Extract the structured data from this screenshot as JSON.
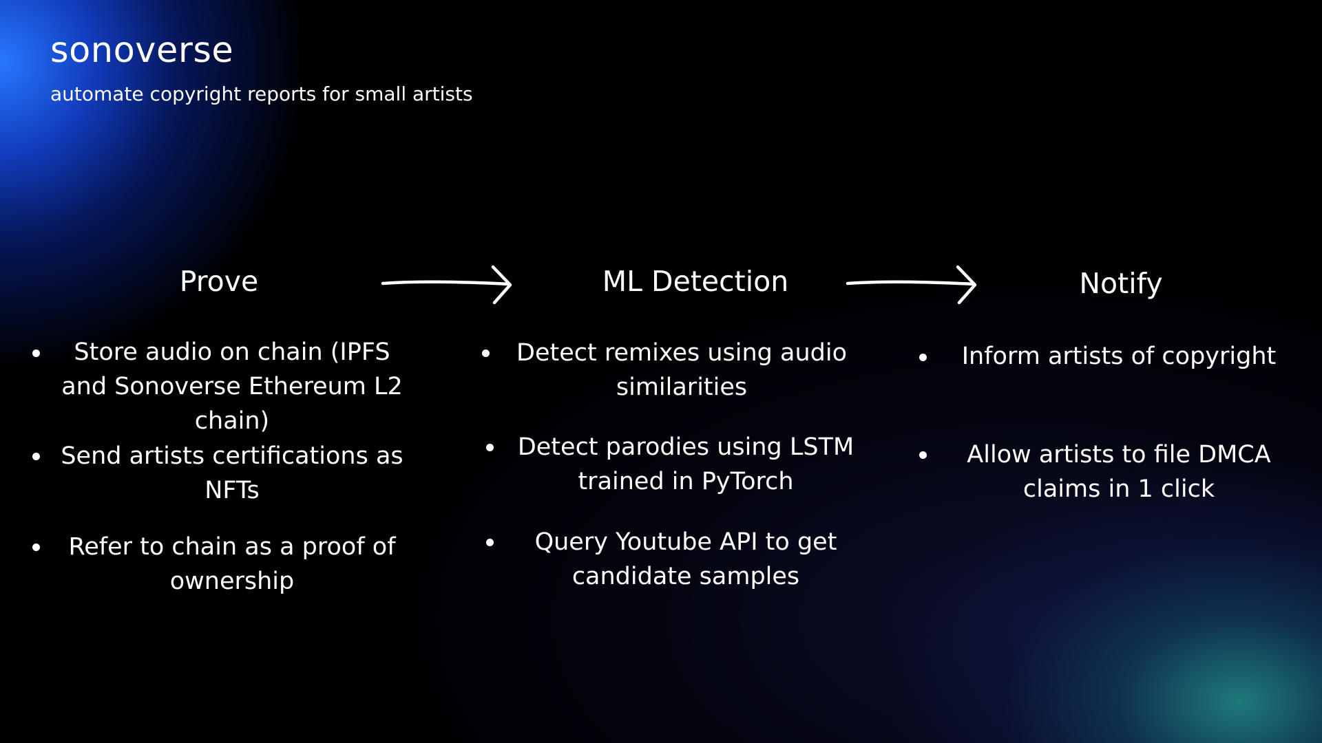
{
  "brand": {
    "name": "sonoverse",
    "tagline": "automate copyright reports for small artists"
  },
  "columns": [
    {
      "title": "Prove",
      "bullets": [
        "Store audio on chain (IPFS and Sonoverse Ethereum L2 chain)",
        "Send artists certifications as NFTs",
        "Refer to chain as a proof of ownership"
      ]
    },
    {
      "title": "ML Detection",
      "bullets": [
        "Detect remixes using audio similarities",
        "Detect parodies using LSTM trained in PyTorch",
        "Query Youtube API to get candidate samples"
      ]
    },
    {
      "title": "Notify",
      "bullets": [
        "Inform artists of copyright",
        "Allow artists to file DMCA claims in 1 click"
      ]
    }
  ],
  "icons": [
    "arrow-right-icon",
    "arrow-right-icon"
  ],
  "colors": {
    "background": "#000000",
    "text": "#ffffff",
    "glow_top_left": "#2878ff",
    "glow_bottom_right": "#208080"
  }
}
